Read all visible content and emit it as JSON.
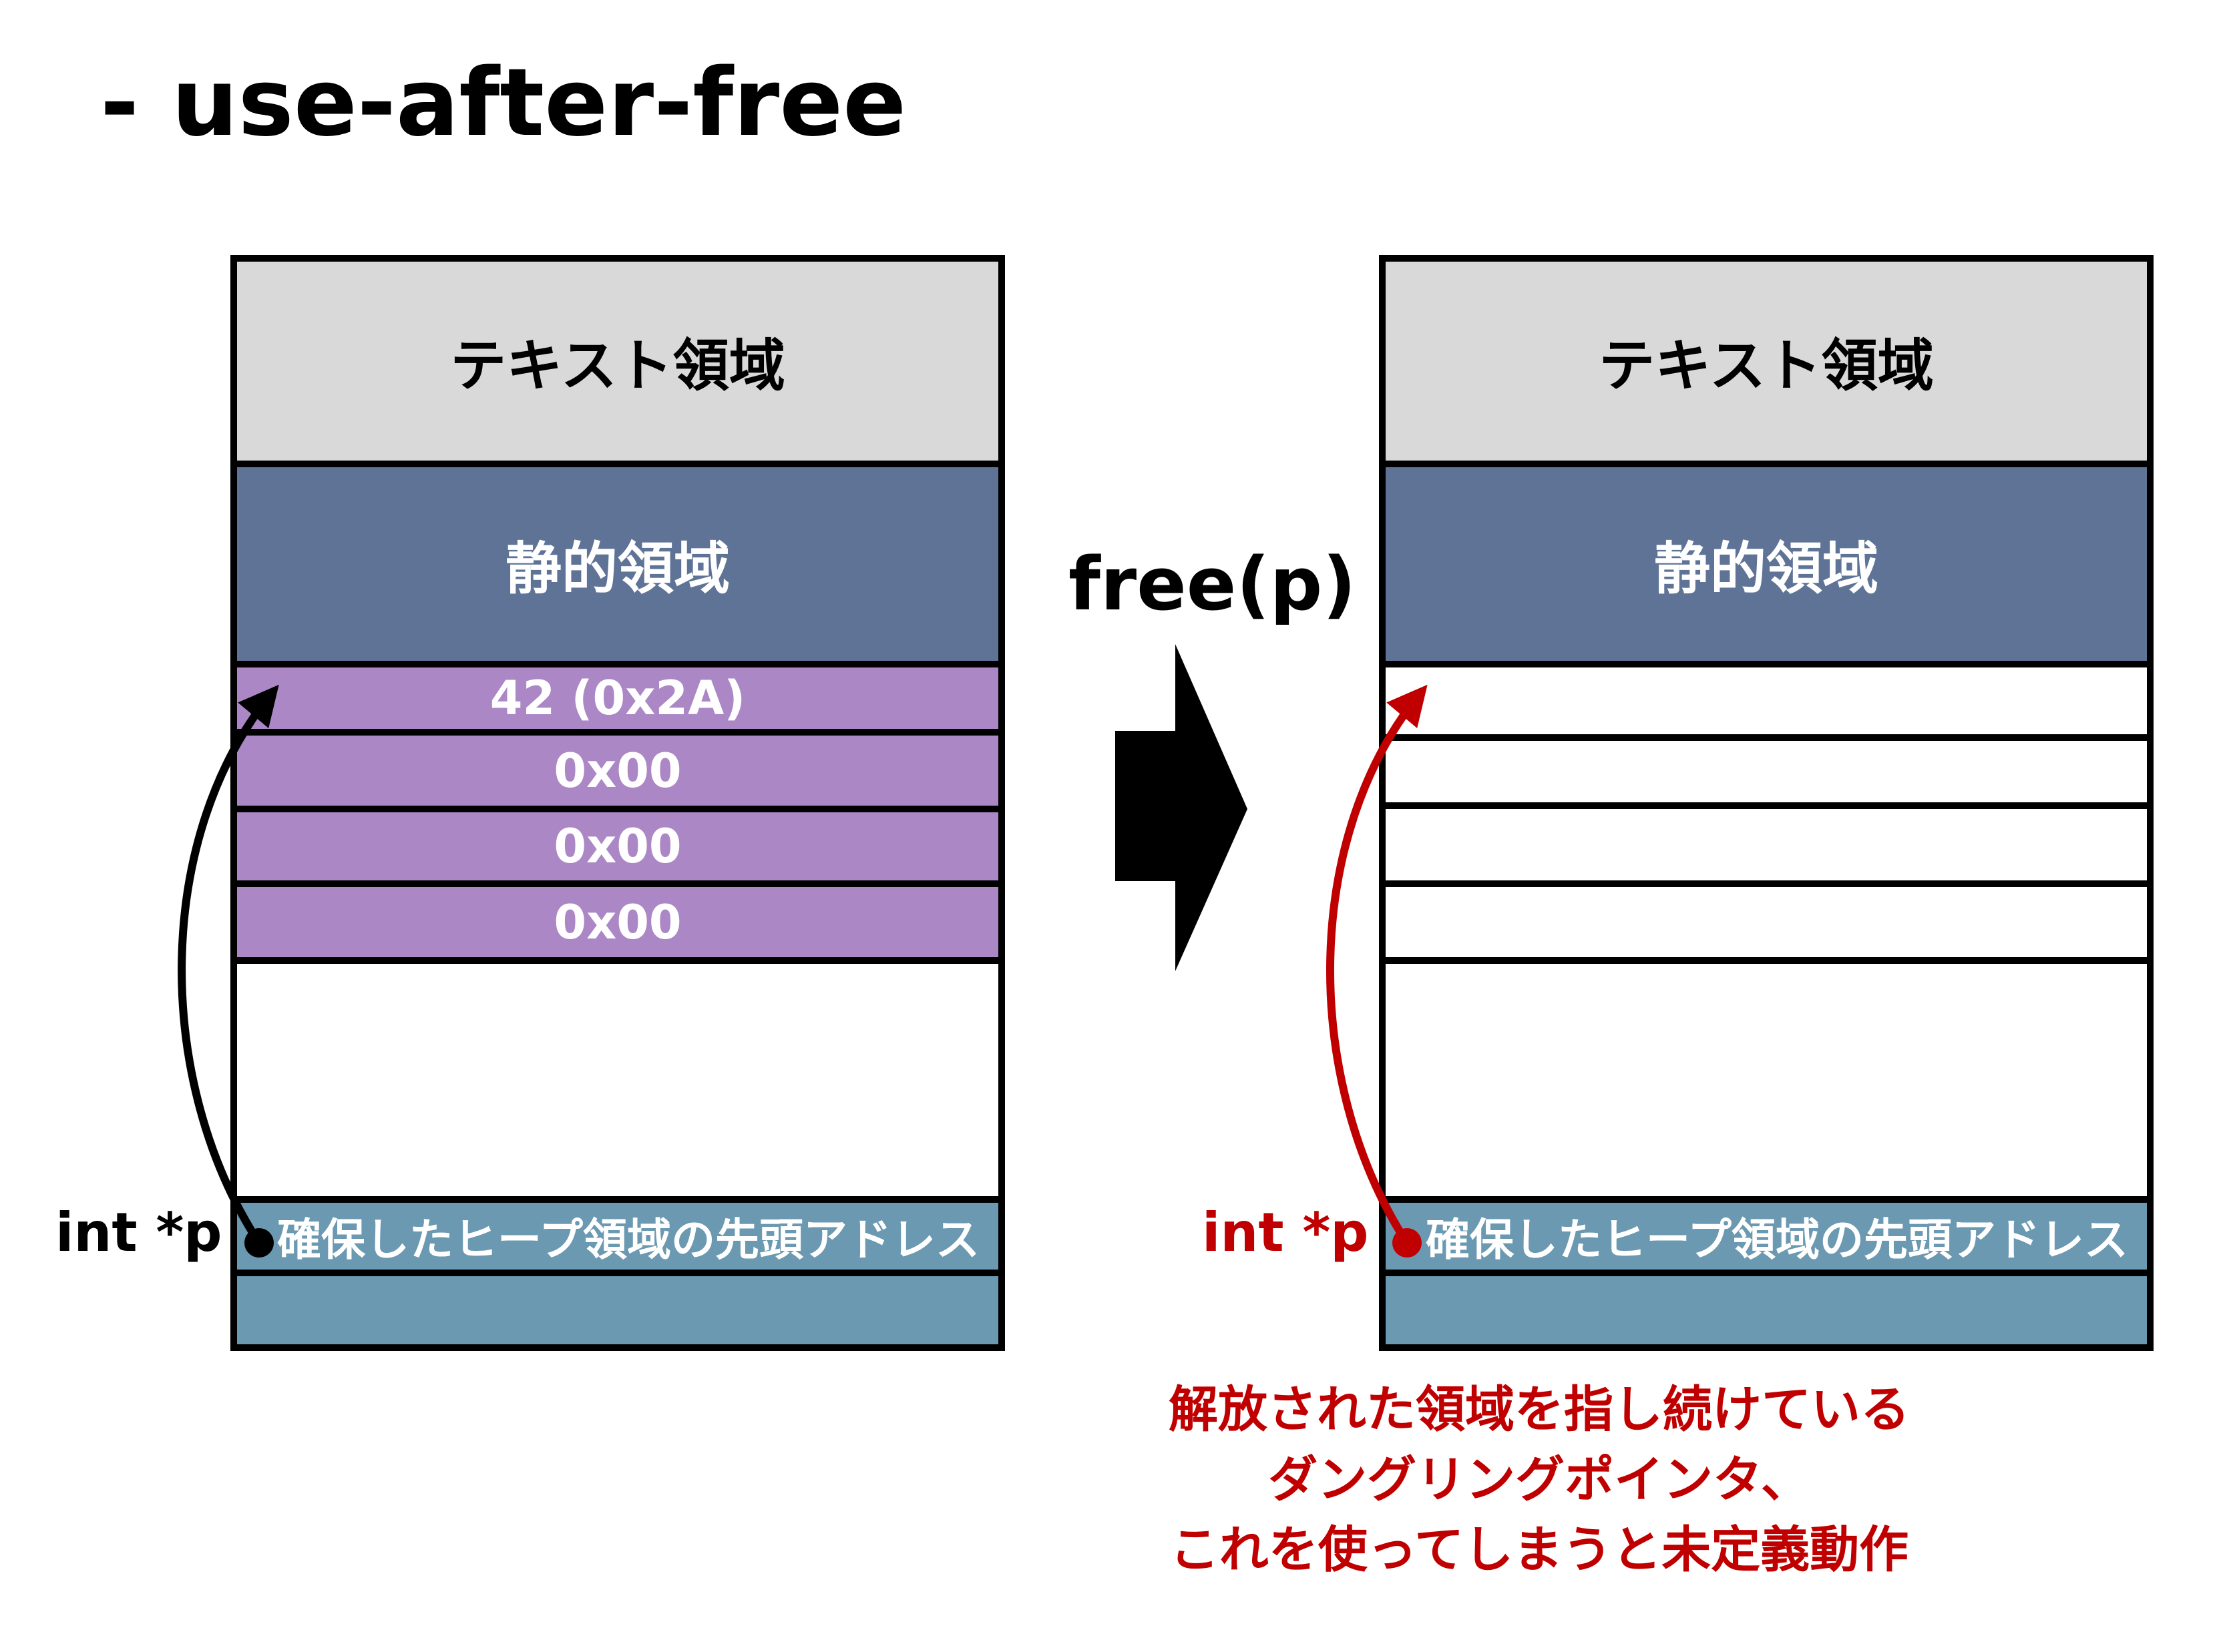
{
  "title": "- use-after-free",
  "colors": {
    "text_area": "#d9d9d9",
    "static_area": "#5e7396",
    "heap_cell": "#ab87c6",
    "stack_cell": "#6b99b1",
    "dangling": "#c00000",
    "border": "#000000"
  },
  "left_memory": {
    "text_area": "テキスト領域",
    "static_area": "静的領域",
    "heap_cells": [
      "42 (0x2A)",
      "0x00",
      "0x00",
      "0x00"
    ],
    "stack_cell": "確保したヒープ領域の先頭アドレス",
    "pointer_label": "int *p"
  },
  "operation": {
    "label": "free(p)",
    "arrow_icon": "right-arrow-icon"
  },
  "right_memory": {
    "text_area": "テキスト領域",
    "static_area": "静的領域",
    "stack_cell": "確保したヒープ領域の先頭アドレス",
    "pointer_label": "int *p"
  },
  "note": [
    "解放された領域を指し続けている",
    "ダングリングポインタ、",
    "これを使ってしまうと未定義動作"
  ]
}
